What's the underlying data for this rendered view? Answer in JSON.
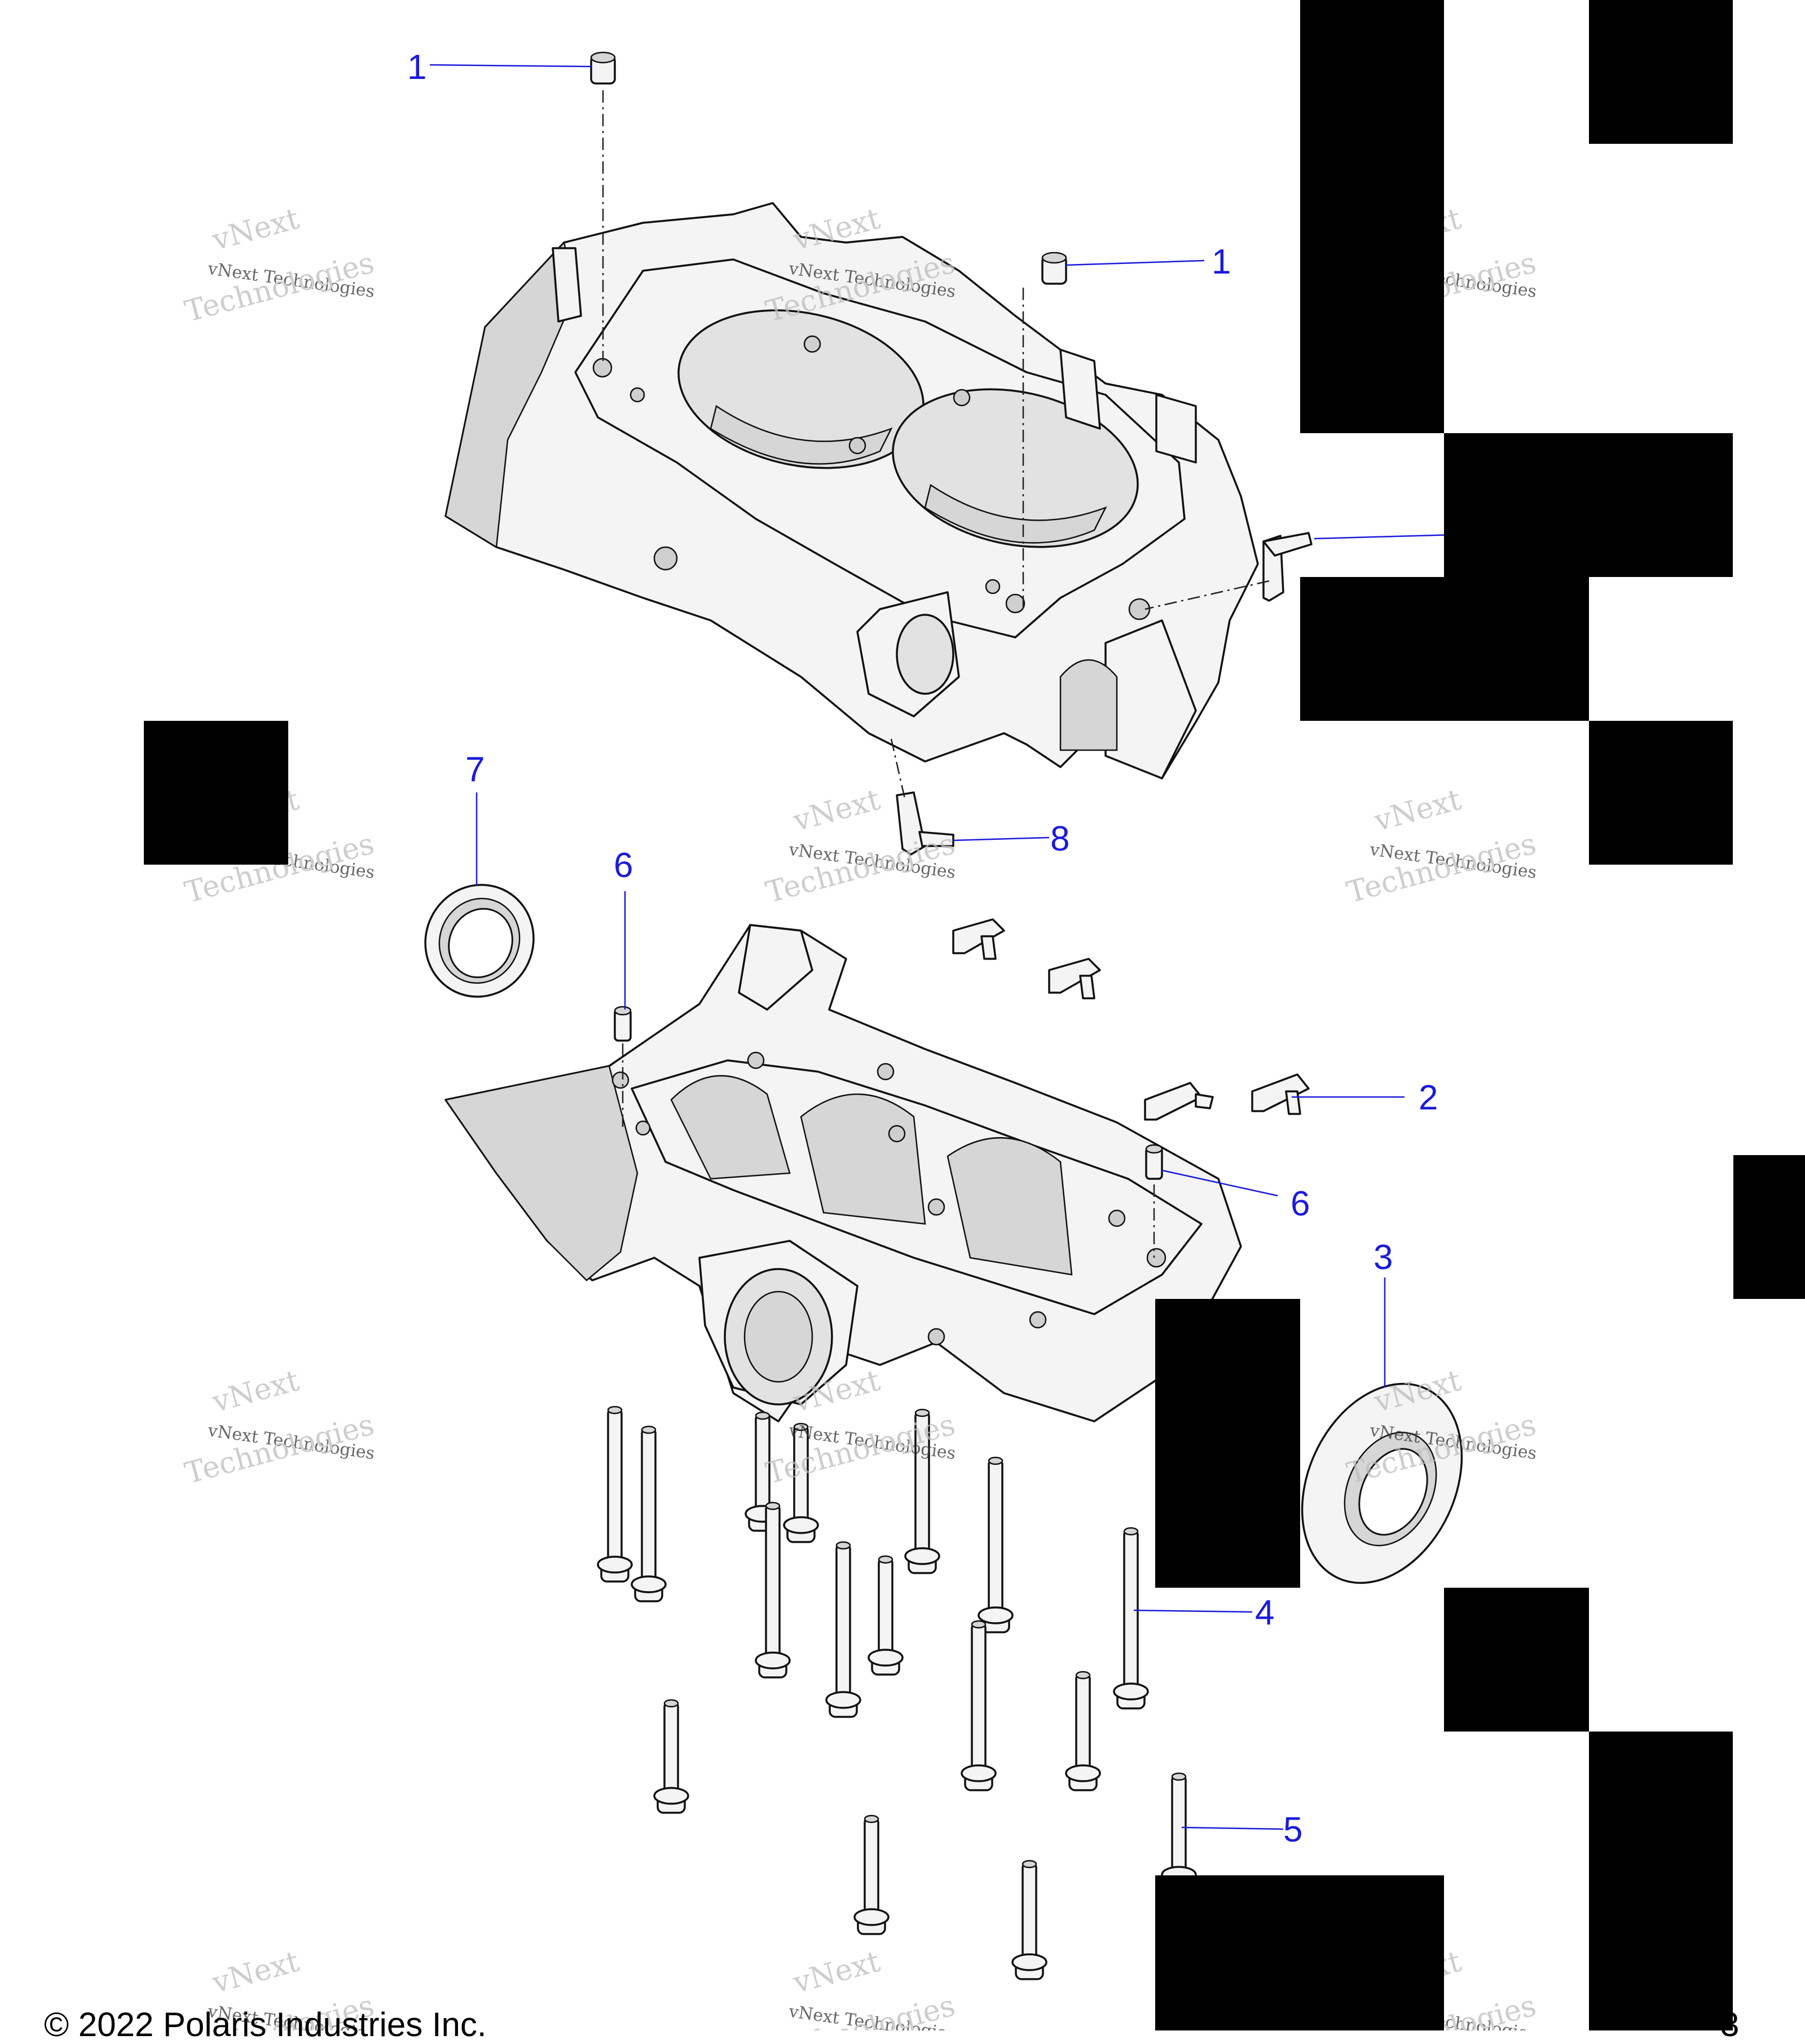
{
  "callouts": [
    {
      "id": "c1a",
      "label": "1"
    },
    {
      "id": "c1b",
      "label": "1"
    },
    {
      "id": "c7",
      "label": "7"
    },
    {
      "id": "c6a",
      "label": "6"
    },
    {
      "id": "c8",
      "label": "8"
    },
    {
      "id": "c2",
      "label": "2"
    },
    {
      "id": "c6b",
      "label": "6"
    },
    {
      "id": "c3",
      "label": "3"
    },
    {
      "id": "c4",
      "label": "4"
    },
    {
      "id": "c5",
      "label": "5"
    }
  ],
  "watermark": {
    "line1": "vNext",
    "line2": "vNext Technologies",
    "line3": "Technologies"
  },
  "footer": {
    "copyright": "© 2022 Polaris Industries Inc.",
    "page_digit": "3"
  },
  "colors": {
    "callout": "#1a1adb",
    "censor": "#000000"
  }
}
